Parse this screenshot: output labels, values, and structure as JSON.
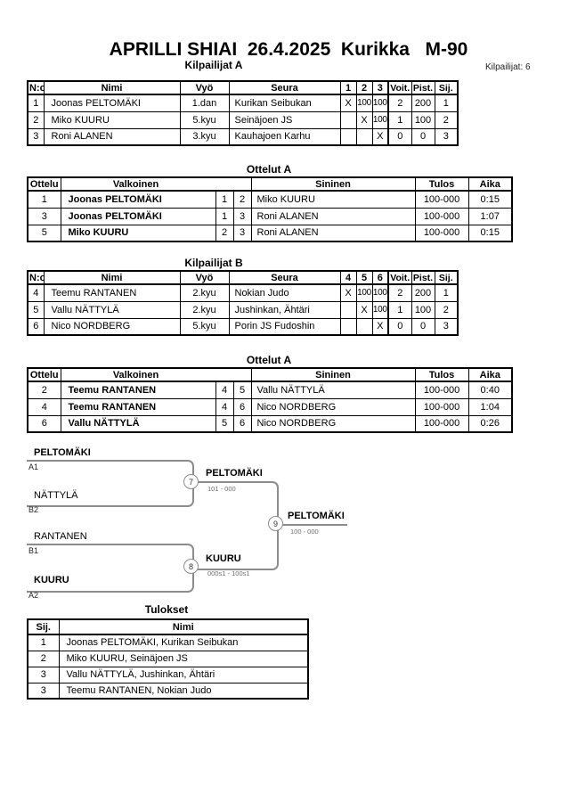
{
  "header": {
    "title": "APRILLI SHIAI  26.4.2025  Kurikka   M-90",
    "competitor_count": "Kilpailijat: 6"
  },
  "pool_a": {
    "heading": "Kilpailijat A",
    "headers": [
      "N:o",
      "Nimi",
      "Vyö",
      "Seura",
      "1",
      "2",
      "3",
      "Voit.",
      "Pist.",
      "Sij."
    ],
    "rows": [
      [
        "1",
        "Joonas PELTOMÄKI",
        "1.dan",
        "Kurikan Seibukan",
        "X",
        "100",
        "100",
        "2",
        "200",
        "1"
      ],
      [
        "2",
        "Miko KUURU",
        "5.kyu",
        "Seinäjoen JS",
        "",
        "X",
        "100",
        "1",
        "100",
        "2"
      ],
      [
        "3",
        "Roni ALANEN",
        "3.kyu",
        "Kauhajoen Karhu",
        "",
        "",
        "X",
        "0",
        "0",
        "3"
      ]
    ]
  },
  "matches_a": {
    "heading": "Ottelut A",
    "headers": [
      "Ottelu",
      "Valkoinen",
      "Sininen",
      "Tulos",
      "Aika"
    ],
    "rows": [
      [
        "1",
        "Joonas PELTOMÄKI",
        "1",
        "2",
        "Miko KUURU",
        "100-000",
        "0:15"
      ],
      [
        "3",
        "Joonas PELTOMÄKI",
        "1",
        "3",
        "Roni ALANEN",
        "100-000",
        "1:07"
      ],
      [
        "5",
        "Miko KUURU",
        "2",
        "3",
        "Roni ALANEN",
        "100-000",
        "0:15"
      ]
    ]
  },
  "pool_b": {
    "heading": "Kilpailijat B",
    "headers": [
      "N:o",
      "Nimi",
      "Vyö",
      "Seura",
      "4",
      "5",
      "6",
      "Voit.",
      "Pist.",
      "Sij."
    ],
    "rows": [
      [
        "4",
        "Teemu RANTANEN",
        "2.kyu",
        "Nokian Judo",
        "X",
        "100",
        "100",
        "2",
        "200",
        "1"
      ],
      [
        "5",
        "Vallu NÄTTYLÄ",
        "2.kyu",
        "Jushinkan, Ähtäri",
        "",
        "X",
        "100",
        "1",
        "100",
        "2"
      ],
      [
        "6",
        "Nico NORDBERG",
        "5.kyu",
        "Porin JS Fudoshin",
        "",
        "",
        "X",
        "0",
        "0",
        "3"
      ]
    ]
  },
  "matches_b": {
    "heading": "Ottelut A",
    "headers": [
      "Ottelu",
      "Valkoinen",
      "Sininen",
      "Tulos",
      "Aika"
    ],
    "rows": [
      [
        "2",
        "Teemu RANTANEN",
        "4",
        "5",
        "Vallu NÄTTYLÄ",
        "100-000",
        "0:40"
      ],
      [
        "4",
        "Teemu RANTANEN",
        "4",
        "6",
        "Nico NORDBERG",
        "100-000",
        "1:04"
      ],
      [
        "6",
        "Vallu NÄTTYLÄ",
        "5",
        "6",
        "Nico NORDBERG",
        "100-000",
        "0:26"
      ]
    ]
  },
  "bracket": {
    "entrants": [
      {
        "name": "PELTOMÄKI",
        "seed": "A1"
      },
      {
        "name": "NÄTTYLÄ",
        "seed": "B2"
      },
      {
        "name": "RANTANEN",
        "seed": "B1"
      },
      {
        "name": "KUURU",
        "seed": "A2"
      }
    ],
    "matches": [
      {
        "no": "7",
        "winner": "PELTOMÄKI",
        "score": "101 - 000"
      },
      {
        "no": "8",
        "winner": "KUURU",
        "score": "000s1 - 100s1"
      },
      {
        "no": "9",
        "winner": "PELTOMÄKI",
        "score": "100 - 000"
      }
    ]
  },
  "results": {
    "heading": "Tulokset",
    "headers": [
      "Sij.",
      "Nimi"
    ],
    "rows": [
      [
        "1",
        "Joonas PELTOMÄKI, Kurikan Seibukan"
      ],
      [
        "2",
        "Miko KUURU, Seinäjoen JS"
      ],
      [
        "3",
        "Vallu NÄTTYLÄ, Jushinkan, Ähtäri"
      ],
      [
        "3",
        "Teemu RANTANEN, Nokian Judo"
      ]
    ]
  },
  "colors": {
    "table_border": "#000000",
    "bracket_line": "#8c8c8c",
    "score_text": "#6e6e6e",
    "text": "#000000"
  }
}
